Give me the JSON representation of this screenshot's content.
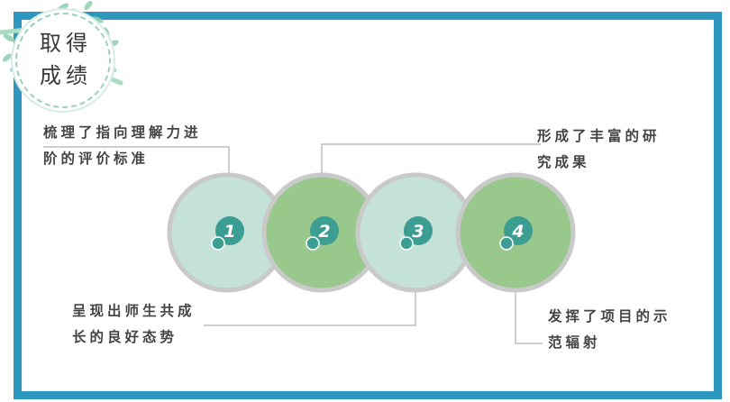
{
  "title": {
    "line1": "取得",
    "line2": "成绩"
  },
  "items": [
    {
      "number": "1",
      "text_line1": "梳理了指向理解力进",
      "text_line2": "阶的评价标准"
    },
    {
      "number": "2",
      "text_line1": "形成了丰富的研",
      "text_line2": "究成果"
    },
    {
      "number": "3",
      "text_line1": "呈现出师生共成",
      "text_line2": "长的良好态势"
    },
    {
      "number": "4",
      "text_line1": "发挥了项目的示",
      "text_line2": "范辐射"
    }
  ],
  "colors": {
    "frame": "#2e97bf",
    "circle_light": "#c4e2d8",
    "circle_green": "#99c88c",
    "ring": "#c9c9c9",
    "badge_teal": "#3c9e92",
    "leaf": "#7cc29c"
  },
  "icons": [
    "leaf-decoration-icon"
  ]
}
